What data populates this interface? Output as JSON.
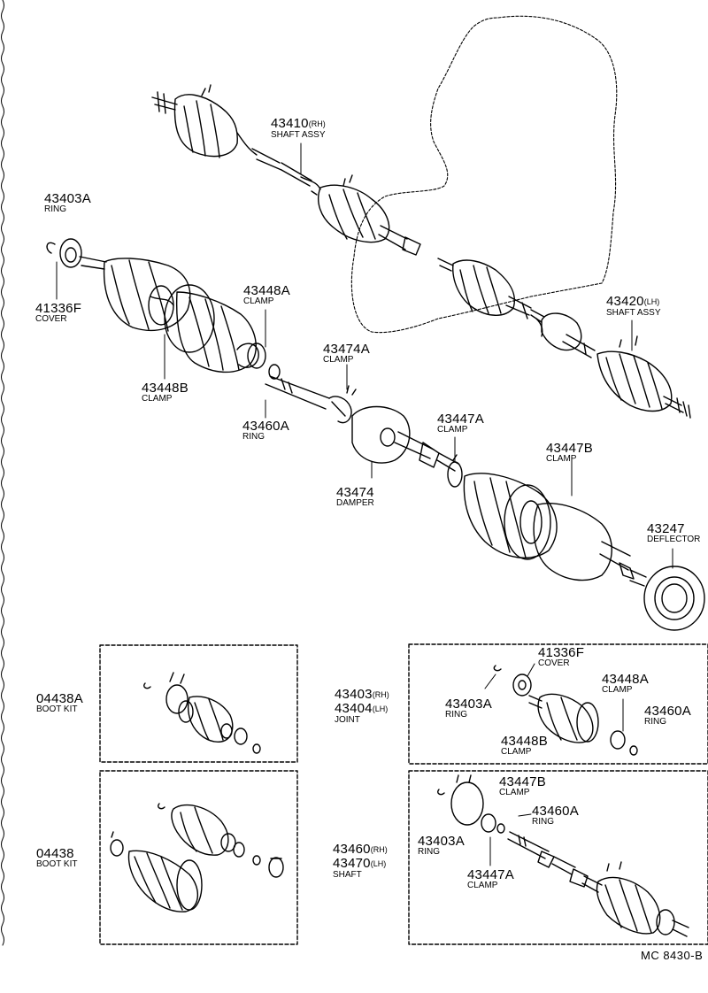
{
  "labels": {
    "shaft_rh": {
      "part": "43410",
      "side": "(RH)",
      "name": "SHAFT ASSY"
    },
    "ring_top": {
      "part": "43403A",
      "name": "RING"
    },
    "cover_top": {
      "part": "41336F",
      "name": "COVER"
    },
    "clamp_48a": {
      "part": "43448A",
      "name": "CLAMP"
    },
    "clamp_48b": {
      "part": "43448B",
      "name": "CLAMP"
    },
    "ring_60a": {
      "part": "43460A",
      "name": "RING"
    },
    "clamp_74a": {
      "part": "43474A",
      "name": "CLAMP"
    },
    "damper": {
      "part": "43474",
      "name": "DAMPER"
    },
    "shaft_lh": {
      "part": "43420",
      "side": "(LH)",
      "name": "SHAFT ASSY"
    },
    "clamp_47a": {
      "part": "43447A",
      "name": "CLAMP"
    },
    "clamp_47b": {
      "part": "43447B",
      "name": "CLAMP"
    },
    "deflector": {
      "part": "43247",
      "name": "DEFLECTOR"
    }
  },
  "boot_kit_a": {
    "part": "04438A",
    "name": "BOOT KIT"
  },
  "boot_kit": {
    "part": "04438",
    "name": "BOOT KIT"
  },
  "joint_box": {
    "part_rh": "43403",
    "side_rh": "(RH)",
    "part_lh": "43404",
    "side_lh": "(LH)",
    "name": "JOINT",
    "ring": {
      "part": "43403A",
      "name": "RING"
    },
    "cover": {
      "part": "41336F",
      "name": "COVER"
    },
    "clamp_a": {
      "part": "43448A",
      "name": "CLAMP"
    },
    "ring_a": {
      "part": "43460A",
      "name": "RING"
    },
    "clamp_b": {
      "part": "43448B",
      "name": "CLAMP"
    }
  },
  "shaft_box": {
    "part_rh": "43460",
    "side_rh": "(RH)",
    "part_lh": "43470",
    "side_lh": "(LH)",
    "name": "SHAFT",
    "clamp_b": {
      "part": "43447B",
      "name": "CLAMP"
    },
    "ring_a": {
      "part": "43460A",
      "name": "RING"
    },
    "ring": {
      "part": "43403A",
      "name": "RING"
    },
    "clamp_a": {
      "part": "43447A",
      "name": "CLAMP"
    }
  },
  "figure_code": "MC  8430-B"
}
